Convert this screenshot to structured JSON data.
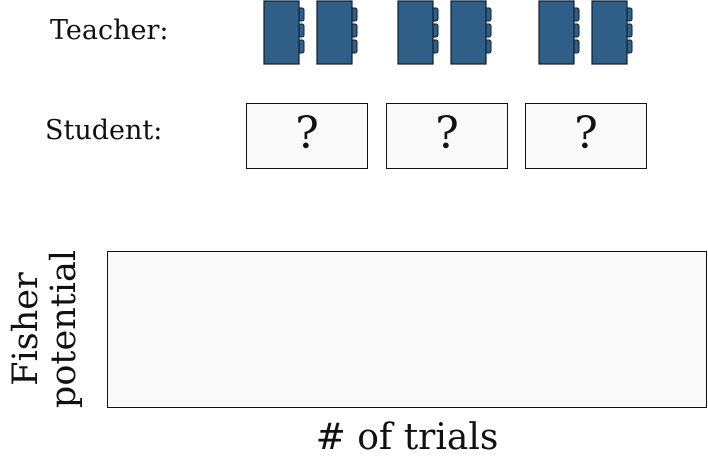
{
  "teacher": {
    "label": "Teacher:",
    "brick_color": "#2f5f86",
    "brick_icon": "lego-brick-icon",
    "groups": [
      {
        "bricks": 2
      },
      {
        "bricks": 2
      },
      {
        "bricks": 2
      }
    ]
  },
  "student": {
    "label": "Student:",
    "boxes": [
      {
        "text": "?"
      },
      {
        "text": "?"
      },
      {
        "text": "?"
      }
    ]
  },
  "plot": {
    "y_label_line1": "Fisher",
    "y_label_line2": "potential",
    "x_label": "# of trials",
    "background": "#f9f9f9"
  }
}
